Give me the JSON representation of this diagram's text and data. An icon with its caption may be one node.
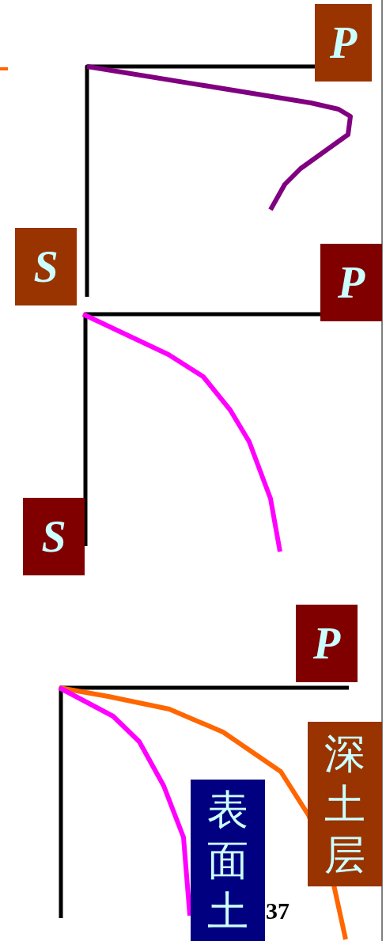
{
  "diagram": {
    "nodes": [
      {
        "text": [
          "P"
        ]
      },
      {
        "text": [
          "S"
        ]
      },
      {
        "text": [
          "P"
        ]
      },
      {
        "text": [
          "S"
        ]
      },
      {
        "text": [
          "P"
        ]
      },
      {
        "text": [
          "深土层"
        ]
      },
      {
        "text": [
          "表面土"
        ]
      }
    ],
    "labels": [
      "37"
    ]
  }
}
